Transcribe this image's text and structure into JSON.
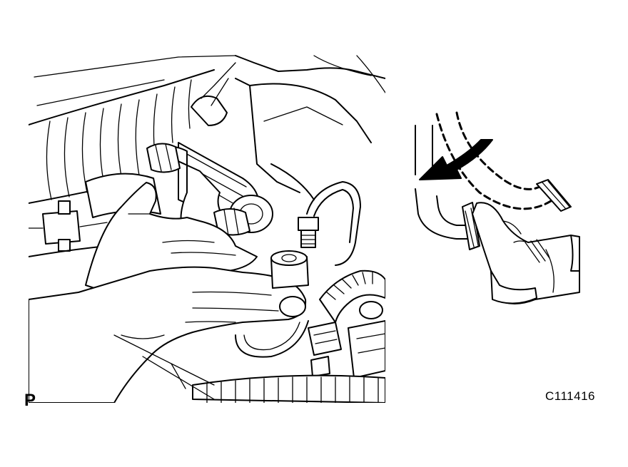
{
  "figure": {
    "marker_label": "P",
    "figure_code": "C111416"
  },
  "icons": {
    "main_illustration": "engine-bay-hand-removing-hose-illustration",
    "pedal_inset": "foot-pressing-pedal-icon",
    "direction_arrow": "curved-arrow-left-icon"
  }
}
